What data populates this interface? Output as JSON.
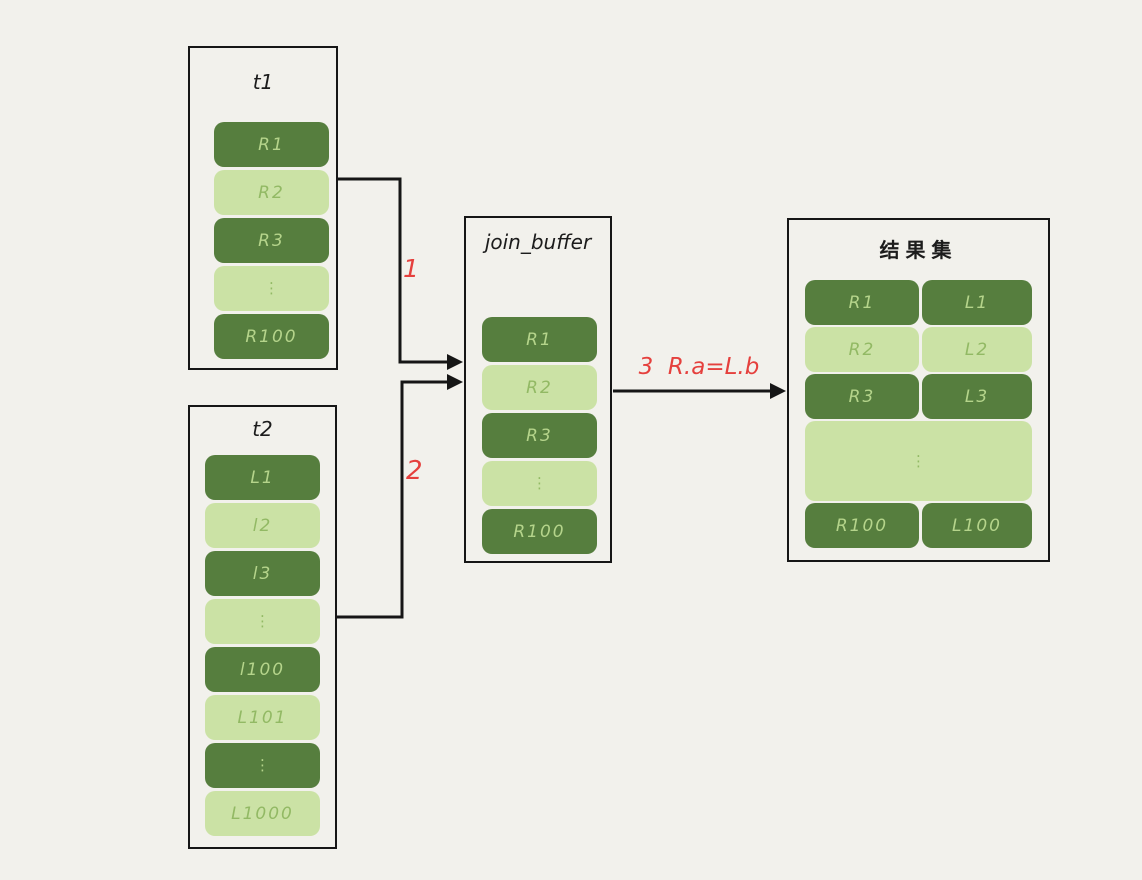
{
  "colors": {
    "background": "#f2f1ec",
    "row_dark": "#567e3e",
    "row_light": "#cbe2a5",
    "text_on_dark": "#b5d48b",
    "text_on_light": "#92b964",
    "box_border": "#161616",
    "arrow": "#161616",
    "annotation_red": "#e5403d"
  },
  "tables": {
    "t1": {
      "title": "t1",
      "rows": [
        "R1",
        "R2",
        "R3",
        "⋮",
        "R100"
      ]
    },
    "t2": {
      "title": "t2",
      "rows": [
        "L1",
        "l2",
        "l3",
        "⋮",
        "l100",
        "L101",
        "⋮",
        "L1000"
      ]
    },
    "join_buffer": {
      "title": "join_buffer",
      "rows": [
        "R1",
        "R2",
        "R3",
        "⋮",
        "R100"
      ]
    },
    "result": {
      "title": "结果集",
      "rows": [
        {
          "left": "R1",
          "right": "L1"
        },
        {
          "left": "R2",
          "right": "L2"
        },
        {
          "left": "R3",
          "right": "L3"
        },
        {
          "dots": "⋮"
        },
        {
          "left": "R100",
          "right": "L100"
        }
      ]
    }
  },
  "arrows": [
    {
      "label": "1"
    },
    {
      "label": "2"
    },
    {
      "label": "3  R.a=L.b"
    }
  ]
}
